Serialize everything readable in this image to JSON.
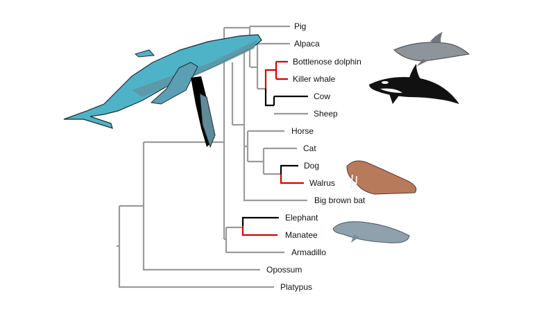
{
  "tree": {
    "leaves": [
      {
        "label": "Pig"
      },
      {
        "label": "Alpaca"
      },
      {
        "label": "Bottlenose dolphin"
      },
      {
        "label": "Killer whale"
      },
      {
        "label": "Cow"
      },
      {
        "label": "Sheep"
      },
      {
        "label": "Horse"
      },
      {
        "label": "Cat"
      },
      {
        "label": "Dog"
      },
      {
        "label": "Walrus"
      },
      {
        "label": "Big brown bat"
      },
      {
        "label": "Elephant"
      },
      {
        "label": "Manatee"
      },
      {
        "label": "Armadillo"
      },
      {
        "label": "Opossum"
      },
      {
        "label": "Platypus"
      }
    ]
  },
  "colors": {
    "branch": "#9a9a9a",
    "marine": "#d40000",
    "sister": "#000000",
    "whale": "#4fb3c8"
  }
}
